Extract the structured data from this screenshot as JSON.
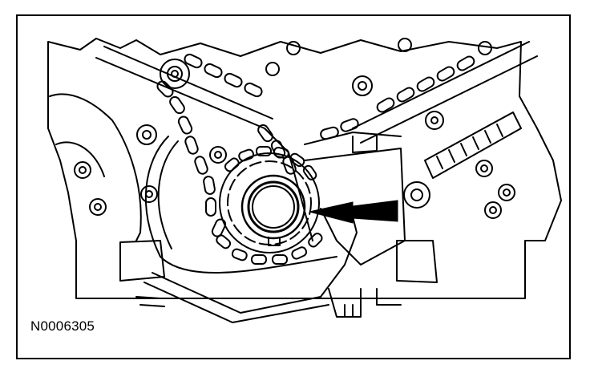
{
  "figure": {
    "id_label": "N0006305"
  },
  "illustration": {
    "subject": "timing-chain-crankshaft-sprocket",
    "callout": "arrow-pointing-to-crankshaft-sprocket",
    "line_color": "#000000",
    "background_color": "#ffffff"
  }
}
